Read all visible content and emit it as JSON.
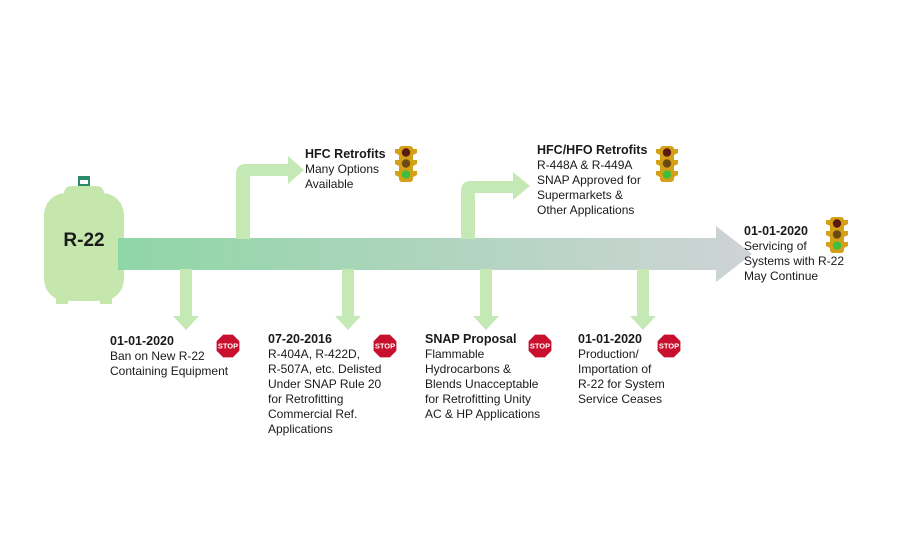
{
  "tank": {
    "label": "R-22"
  },
  "upper_events": [
    {
      "title": "HFC Retrofits",
      "lines": [
        "Many Options",
        "Available"
      ]
    },
    {
      "title": "HFC/HFO Retrofits",
      "lines": [
        "R-448A & R-449A",
        "SNAP Approved for",
        "Supermarkets &",
        "Other Applications"
      ]
    },
    {
      "title": "01-01-2020",
      "lines": [
        "Servicing of",
        "Systems with R-22",
        "May Continue"
      ]
    }
  ],
  "lower_events": [
    {
      "title": "01-01-2020",
      "lines": [
        "Ban on New R-22",
        "Containing Equipment"
      ]
    },
    {
      "title": "07-20-2016",
      "lines": [
        "R-404A, R-422D,",
        "R-507A, etc. Delisted",
        "Under SNAP Rule 20",
        "for Retrofitting",
        "Commercial Ref.",
        "Applications"
      ]
    },
    {
      "title": "SNAP Proposal",
      "lines": [
        "Flammable",
        "Hydrocarbons &",
        "Blends Unacceptable",
        "for Retrofitting Unity",
        "AC & HP Applications"
      ]
    },
    {
      "title": "01-01-2020",
      "lines": [
        "Production/",
        "Importation of",
        "R-22 for System",
        "Service Ceases"
      ]
    }
  ],
  "stop_sign_text": "STOP",
  "colors": {
    "arrow_start": "#8fd6a6",
    "arrow_end": "#cfd3d6",
    "branch_arrow": "#c5e9b5",
    "tank": "#c5e6ad",
    "stop_red": "#c8102e",
    "traffic_light_body": "#d4a017",
    "light_red": "#5a1a10",
    "light_amber": "#6b4a10",
    "light_green": "#3fbf3f"
  }
}
